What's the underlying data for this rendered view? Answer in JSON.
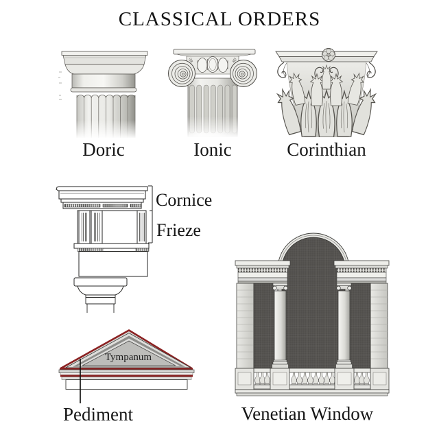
{
  "title": "CLASSICAL ORDERS",
  "orders": [
    {
      "name": "Doric"
    },
    {
      "name": "Ionic"
    },
    {
      "name": "Corinthian"
    }
  ],
  "entablature_diagram": {
    "cornice_label": "Cornice",
    "frieze_label": "Frieze"
  },
  "pediment_diagram": {
    "tympanum_label": "Tympanum",
    "pediment_label": "Pediment"
  },
  "venetian_window": {
    "label": "Venetian Window"
  },
  "colors": {
    "accent_red": "#8b2222",
    "tympanum_gray": "#bdbdba",
    "ink": "#161616"
  }
}
